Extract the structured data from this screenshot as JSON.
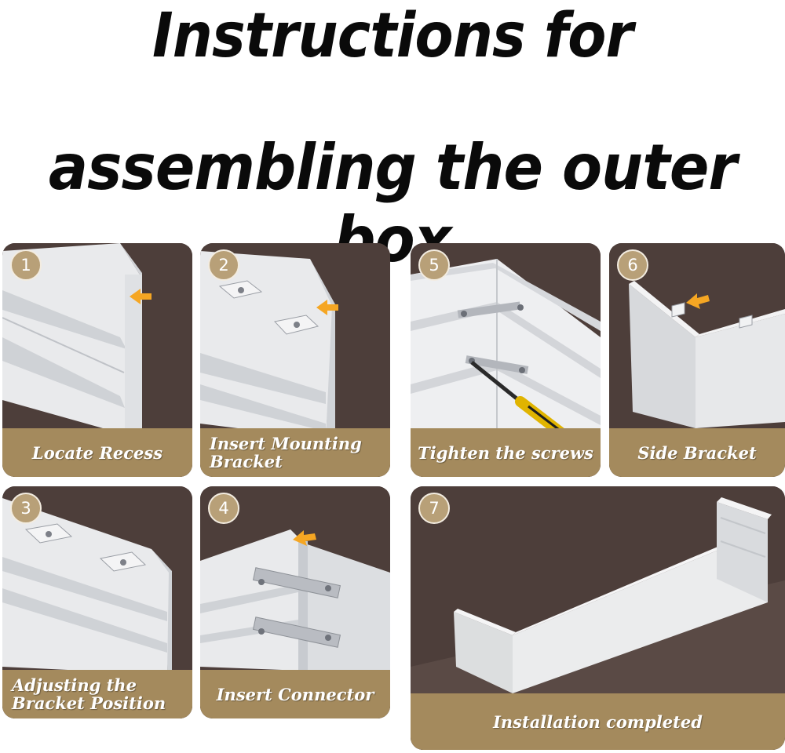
{
  "title": {
    "line1": "Instructions for",
    "line2": "assembling the outer box"
  },
  "steps": [
    {
      "number": "1",
      "caption": "Locate Recess"
    },
    {
      "number": "2",
      "caption": "Insert Mounting Bracket"
    },
    {
      "number": "3",
      "caption": "Adjusting the Bracket Position"
    },
    {
      "number": "4",
      "caption": "Insert Connector"
    },
    {
      "number": "5",
      "caption": "Tighten the screws"
    },
    {
      "number": "6",
      "caption": "Side Bracket"
    },
    {
      "number": "7",
      "caption": "Installation completed"
    }
  ],
  "colors": {
    "panel_background": "#4e3f3b",
    "caption_bar": "#a48a5d",
    "arrow": "#f5a623",
    "profile": "#e6e7ea"
  },
  "icons": [
    "arrow-pointer-icon",
    "screwdriver-icon"
  ]
}
